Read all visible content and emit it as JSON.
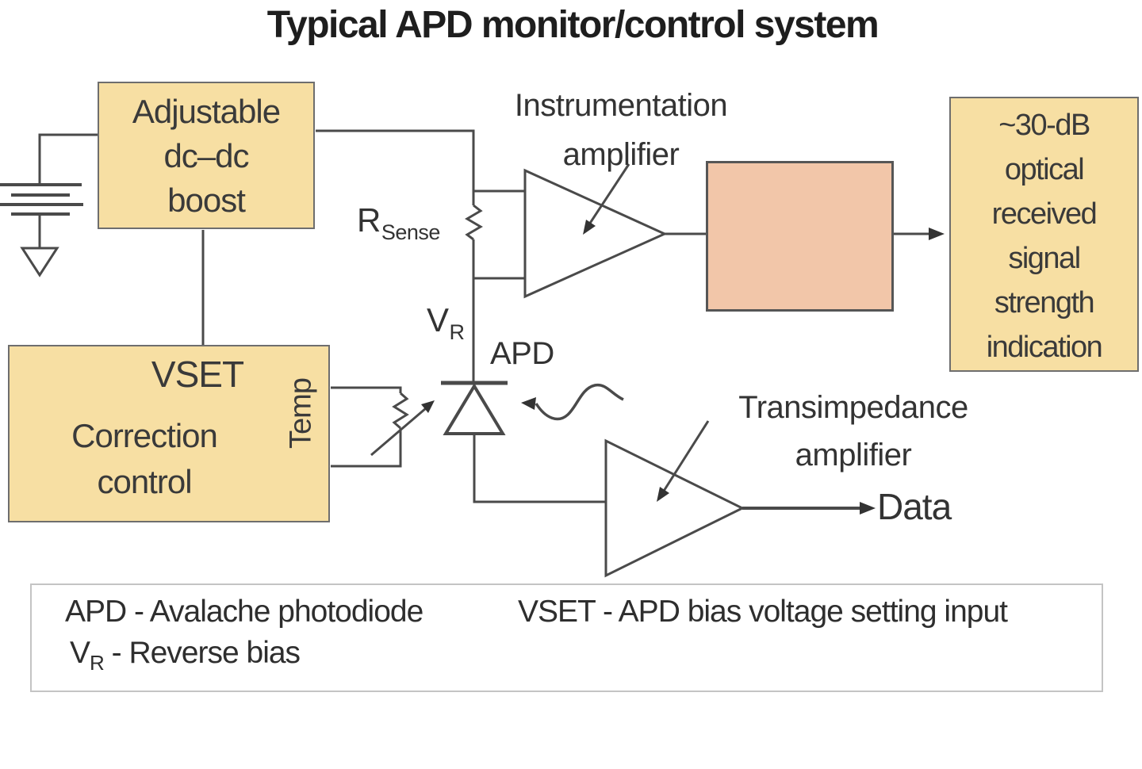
{
  "title": "Typical APD monitor/control system",
  "colors": {
    "block_fill": "#F7DFA3",
    "graph_block_fill": "#F2C6A9",
    "wire": "#4a4a4a",
    "text": "#333333",
    "curve": "#90904E",
    "legend_border": "#c4c4c4"
  },
  "blocks": {
    "adjustable": {
      "lines": [
        "Adjustable",
        "dc–dc",
        "boost"
      ]
    },
    "vset": {
      "title": "VSET",
      "lines": [
        "Correction",
        "control"
      ],
      "side_label": "Temp"
    },
    "rssi": {
      "lines": [
        "~30-dB",
        "optical",
        "received",
        "signal",
        "strength",
        "indication"
      ]
    }
  },
  "labels": {
    "instrumentation": {
      "line1": "Instrumentation",
      "line2": "amplifier"
    },
    "transimpedance": {
      "line1": "Transimpedance",
      "line2": "amplifier"
    },
    "r_sense": {
      "main": "R",
      "sub": "Sense"
    },
    "v_r": {
      "main": "V",
      "sub": "R"
    },
    "apd": "APD",
    "data": "Data"
  },
  "legend": {
    "row1_left": "APD - Avalache photodiode",
    "row1_right": "VSET - APD bias voltage setting input",
    "row2_term": "V",
    "row2_term_sub": "R",
    "row2_rest": " - Reverse bias"
  },
  "icons": {
    "battery": "battery-cells-icon",
    "ground": "ground-icon",
    "sense_resistor": "resistor-zigzag-icon",
    "thermistor": "thermistor-icon",
    "photodiode": "photodiode-icon",
    "photon": "photon-wavy-arrow-icon",
    "instrumentation_amp": "amplifier-triangle-icon",
    "transimpedance_amp": "amplifier-triangle-icon",
    "response_curve": "falling-sigmoid-curve-icon"
  }
}
